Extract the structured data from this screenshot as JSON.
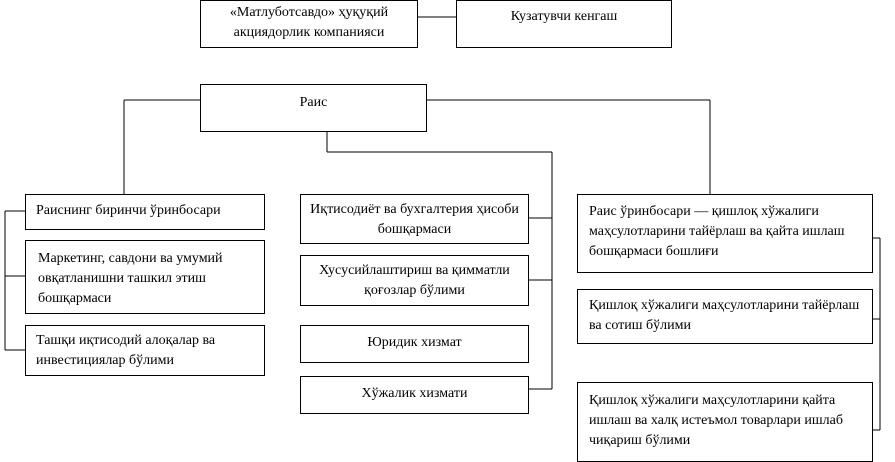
{
  "top": {
    "company": "«Матлуботсавдо» ҳуқуқий акциядорлик компанияси",
    "supervisory_board": "Кузатувчи кенгаш"
  },
  "chair": "Раис",
  "left_column": {
    "first_deputy": "Раиснинг биринчи ўринбосари",
    "items": [
      "Маркетинг, савдони ва умумий овқатланишни ташкил этиш бошқармаси",
      "Ташқи иқтисодий алоқалар ва инвестициялар бўлими"
    ]
  },
  "middle_column": {
    "items": [
      "Иқтисодиёт ва бухгалтерия ҳисоби бошқармаси",
      "Хусусийлаштириш ва қимматли қоғозлар бўлими",
      "Юридик хизмат",
      "Хўжалик хизмати"
    ]
  },
  "right_column": {
    "deputy": "Раис ўринбосари — қишлоқ хўжалиги маҳсулотларини тайёрлаш ва қайта ишлаш бошқармаси бошлиғи",
    "items": [
      "Қишлоқ хўжалиги маҳсулотларини тайёрлаш ва сотиш бўлими",
      "Қишлоқ хўжалиги маҳсулотларини қайта ишлаш ва халқ истеъмол товарлари ишлаб чиқариш бўлими"
    ]
  }
}
